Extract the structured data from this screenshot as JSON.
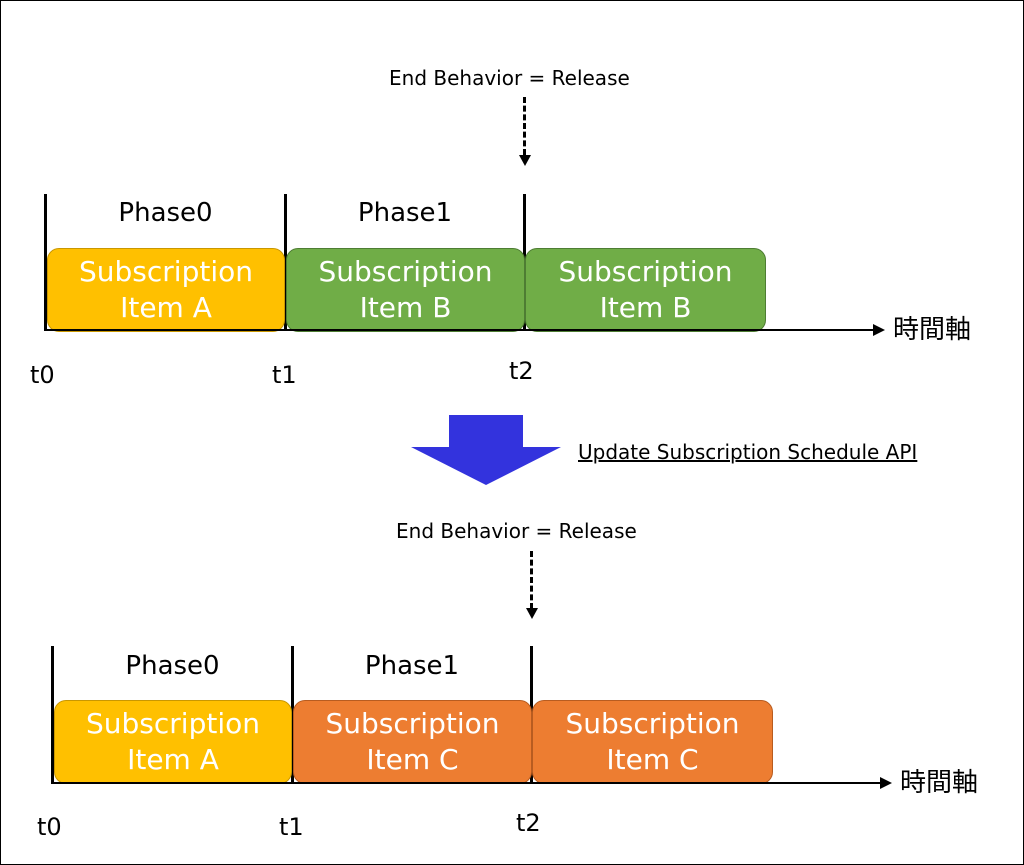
{
  "colors": {
    "item_a": "#FFC000",
    "item_a_border": "#C99700",
    "item_b": "#70AD47",
    "item_b_border": "#4E7D33",
    "item_c": "#ED7D31",
    "item_c_border": "#B85C20",
    "arrow": "#3333DD"
  },
  "top": {
    "end_behavior": "End Behavior = Release",
    "phases": [
      "Phase0",
      "Phase1"
    ],
    "items": [
      {
        "line1": "Subscription",
        "line2": "Item A"
      },
      {
        "line1": "Subscription",
        "line2": "Item B"
      },
      {
        "line1": "Subscription",
        "line2": "Item B"
      }
    ],
    "ticks": [
      "t0",
      "t1",
      "t2"
    ],
    "axis_label": "時間軸"
  },
  "transition": {
    "api_label": "Update Subscription Schedule API",
    "arrow_icon": "down-arrow-icon"
  },
  "bottom": {
    "end_behavior": "End Behavior = Release",
    "phases": [
      "Phase0",
      "Phase1"
    ],
    "items": [
      {
        "line1": "Subscription",
        "line2": "Item A"
      },
      {
        "line1": "Subscription",
        "line2": "Item C"
      },
      {
        "line1": "Subscription",
        "line2": "Item C"
      }
    ],
    "ticks": [
      "t0",
      "t1",
      "t2"
    ],
    "axis_label": "時間軸"
  }
}
